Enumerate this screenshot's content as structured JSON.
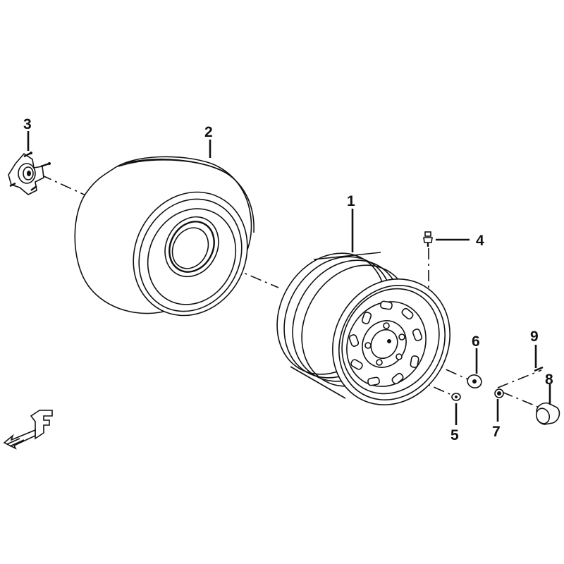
{
  "parts": [
    {
      "id": "1",
      "label": "1"
    },
    {
      "id": "2",
      "label": "2"
    },
    {
      "id": "3",
      "label": "3"
    },
    {
      "id": "4",
      "label": "4"
    },
    {
      "id": "5",
      "label": "5"
    },
    {
      "id": "6",
      "label": "6"
    },
    {
      "id": "7",
      "label": "7"
    },
    {
      "id": "8",
      "label": "8"
    },
    {
      "id": "9",
      "label": "9"
    }
  ],
  "direction_marker": {
    "letter": "F",
    "icon": "front-direction-arrow-icon"
  },
  "colors": {
    "line": "#111111",
    "background": "#ffffff"
  }
}
